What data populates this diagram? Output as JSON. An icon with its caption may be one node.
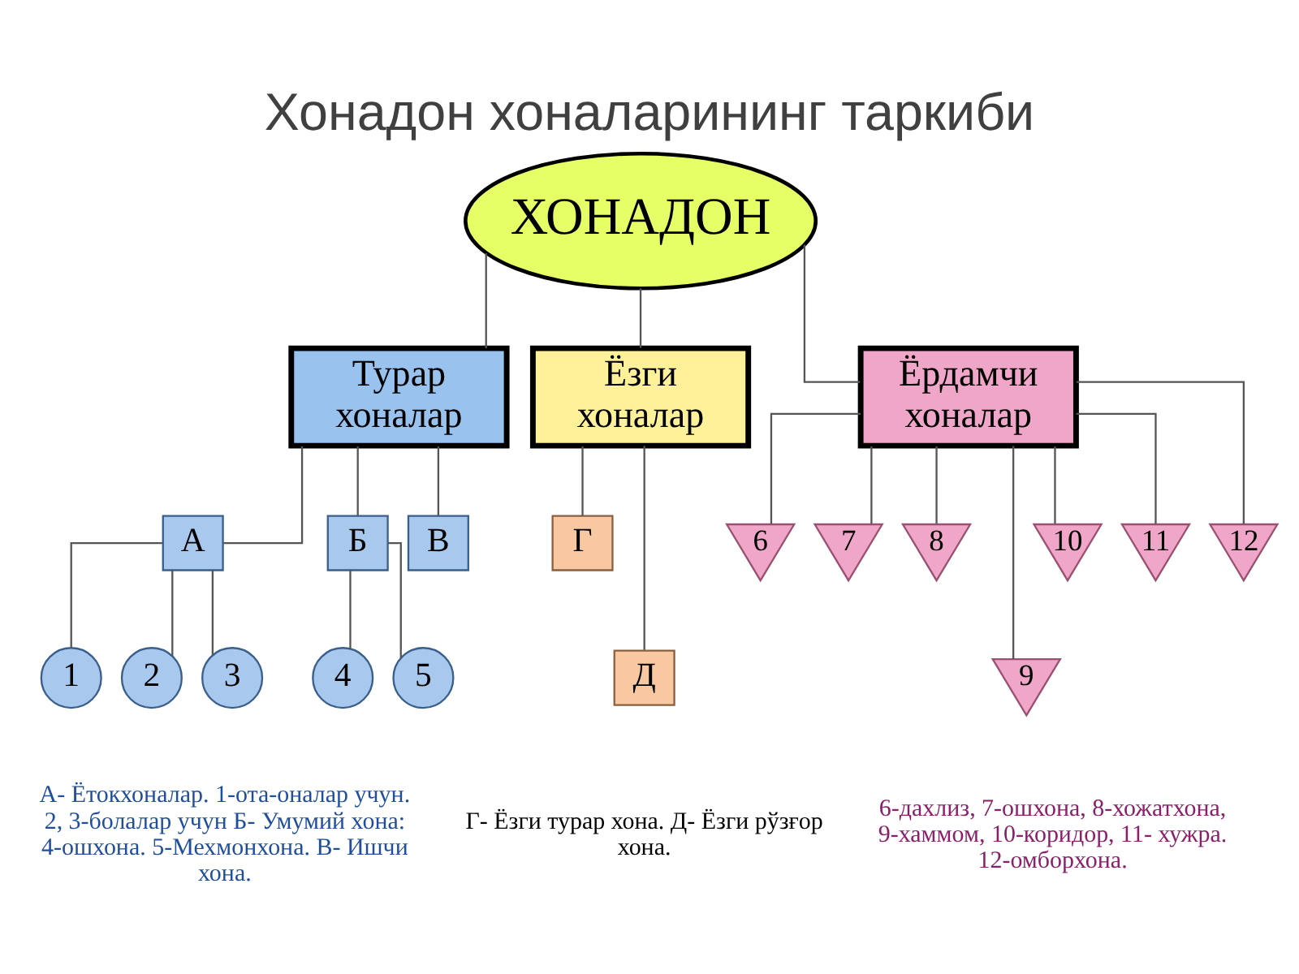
{
  "diagram": {
    "title": "Хонадон хоналарининг таркиби",
    "nodes": [
      {
        "text": [
          "ХОНАДОН"
        ]
      },
      {
        "text": [
          "Турар хоналар"
        ]
      },
      {
        "text": [
          "Ёзги хоналар"
        ]
      },
      {
        "text": [
          "Ёрдамчи хоналар"
        ]
      },
      {
        "text": [
          "А"
        ]
      },
      {
        "text": [
          "Б"
        ]
      },
      {
        "text": [
          "В"
        ]
      },
      {
        "text": [
          "Г"
        ]
      },
      {
        "text": [
          "Д"
        ]
      },
      {
        "text": [
          "1"
        ]
      },
      {
        "text": [
          "2"
        ]
      },
      {
        "text": [
          "3"
        ]
      },
      {
        "text": [
          "4"
        ]
      },
      {
        "text": [
          "5"
        ]
      },
      {
        "text": [
          "6"
        ]
      },
      {
        "text": [
          "7"
        ]
      },
      {
        "text": [
          "8"
        ]
      },
      {
        "text": [
          "9"
        ]
      },
      {
        "text": [
          "10"
        ]
      },
      {
        "text": [
          "11"
        ]
      },
      {
        "text": [
          "12"
        ]
      }
    ],
    "edges": [
      {
        "from": 0,
        "to": 1,
        "arrow": "none"
      },
      {
        "from": 0,
        "to": 2,
        "arrow": "none"
      },
      {
        "from": 0,
        "to": 3,
        "arrow": "none"
      },
      {
        "from": 1,
        "to": 4,
        "arrow": "none"
      },
      {
        "from": 1,
        "to": 5,
        "arrow": "none"
      },
      {
        "from": 1,
        "to": 6,
        "arrow": "none"
      },
      {
        "from": 2,
        "to": 7,
        "arrow": "none"
      },
      {
        "from": 2,
        "to": 8,
        "arrow": "none"
      },
      {
        "from": 4,
        "to": 9,
        "arrow": "none"
      },
      {
        "from": 4,
        "to": 10,
        "arrow": "none"
      },
      {
        "from": 4,
        "to": 11,
        "arrow": "none"
      },
      {
        "from": 5,
        "to": 12,
        "arrow": "none"
      },
      {
        "from": 5,
        "to": 13,
        "arrow": "none"
      },
      {
        "from": 3,
        "to": 14,
        "arrow": "none"
      },
      {
        "from": 3,
        "to": 15,
        "arrow": "none"
      },
      {
        "from": 3,
        "to": 16,
        "arrow": "none"
      },
      {
        "from": 3,
        "to": 17,
        "arrow": "none"
      },
      {
        "from": 3,
        "to": 18,
        "arrow": "none"
      },
      {
        "from": 3,
        "to": 19,
        "arrow": "none"
      },
      {
        "from": 3,
        "to": 20,
        "arrow": "none"
      }
    ],
    "labels": [
      "А- Ётокхоналар. 1-ота-оналар учун. 2, 3-болалар учун Б- Умумий хона: 4-ошхона. 5-Мехмонхона. В- Ишчи хона.",
      "Г- Ёзги турар хона. Д- Ёзги рўзғор хона.",
      "6-дахлиз, 7-ошхона, 8-хожатхона, 9-хаммом, 10-коридор, 11- хужра. 12-омборхона."
    ]
  }
}
